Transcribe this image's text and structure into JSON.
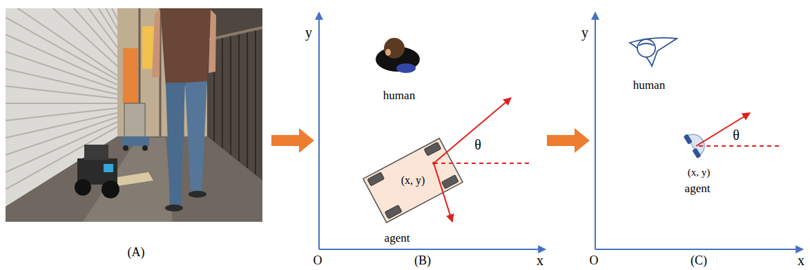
{
  "diagram": {
    "nodes": [
      {
        "text": [
          "(x, y)"
        ]
      }
    ],
    "labels": [
      "(A)",
      "y",
      "human",
      "θ",
      "agent",
      "O",
      "x",
      "(B)",
      "y",
      "human",
      "θ",
      "(x, y)",
      "agent",
      "O",
      "x",
      "(C)"
    ]
  }
}
